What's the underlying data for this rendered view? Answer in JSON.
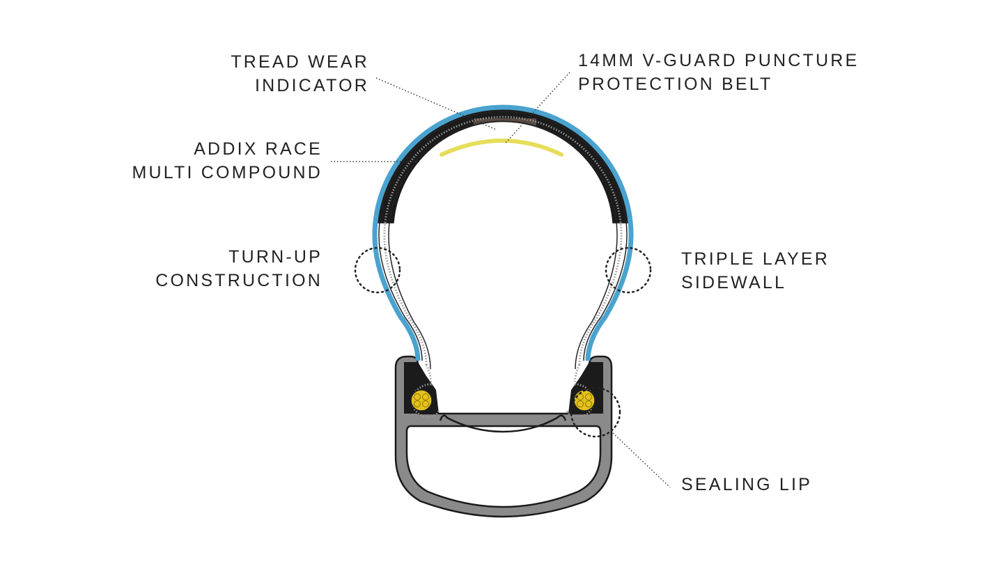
{
  "colors": {
    "tread_black": "#1b1b1b",
    "tread_wear_brown": "#5a4b43",
    "puncture_belt_yellow": "#e6dd5a",
    "casing_blue": "#4aa3cf",
    "bead_yellow": "#e3c21c",
    "rim_gray": "#8a8a8a",
    "outline": "#1a1a1a",
    "text": "#222222"
  },
  "labels": {
    "tread_wear": {
      "line1": "TREAD WEAR",
      "line2": "INDICATOR"
    },
    "vguard": {
      "line1": "14MM V-GUARD PUNCTURE",
      "line2": "PROTECTION BELT"
    },
    "addix": {
      "line1": "ADDIX RACE",
      "line2": "MULTI COMPOUND"
    },
    "turnup": {
      "line1": "TURN-UP",
      "line2": "CONSTRUCTION"
    },
    "triple": {
      "line1": "TRIPLE LAYER",
      "line2": "SIDEWALL"
    },
    "sealing": {
      "line1": "SEALING LIP"
    }
  }
}
